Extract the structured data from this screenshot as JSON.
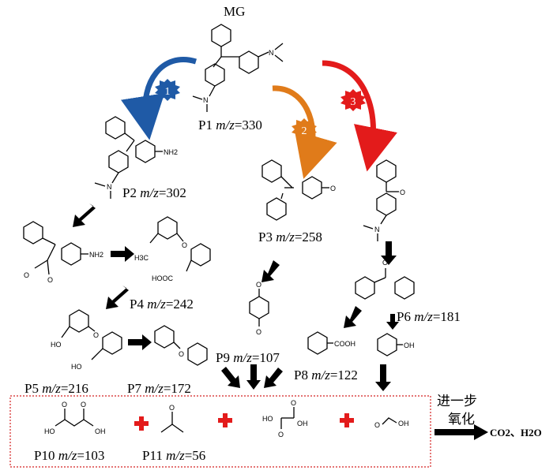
{
  "title": "MG",
  "labels": {
    "p1": [
      "P1 ",
      "m/z",
      "=330"
    ],
    "p2": [
      "P2 ",
      "m/z",
      "=302"
    ],
    "p3": [
      "P3 ",
      "m/z",
      "=258"
    ],
    "p4": [
      "P4 ",
      "m/z",
      "=242"
    ],
    "p5": [
      "P5 ",
      "m/z",
      "=216"
    ],
    "p6": [
      "P6 ",
      "m/z",
      "=181"
    ],
    "p7": [
      "P7 ",
      "m/z",
      "=172"
    ],
    "p8": [
      "P8 ",
      "m/z",
      "=122"
    ],
    "p9": [
      "P9 ",
      "m/z",
      "=107"
    ],
    "p10": [
      "P10 ",
      "m/z",
      "=103"
    ],
    "p11": [
      "P11 ",
      "m/z",
      "=56"
    ]
  },
  "pathways": [
    {
      "number": "1",
      "color": "#1f5aa6"
    },
    {
      "number": "2",
      "color": "#e07b1a"
    },
    {
      "number": "3",
      "color": "#e31b1b"
    }
  ],
  "atoms": {
    "nh2": "NH2",
    "n": "N",
    "o": "O",
    "oh": "OH",
    "ho": "HO",
    "cooh": "COOH",
    "hooc": "HOOC",
    "h3c": "H3C"
  },
  "further_oxidation": [
    "进一步",
    "氧化"
  ],
  "final_products": "CO2、H2O",
  "colors": {
    "box_border": "#d42020",
    "plus": "#e31b1b",
    "arrow": "#000000"
  }
}
